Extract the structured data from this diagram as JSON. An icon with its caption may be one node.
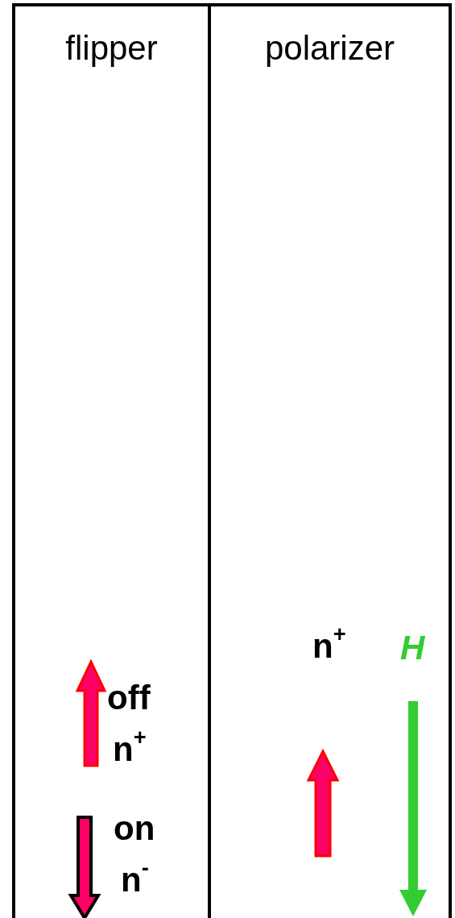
{
  "diagram": {
    "nodes": [
      {
        "text": [
          "flipper"
        ]
      },
      {
        "text": [
          "polarizer"
        ]
      }
    ],
    "labels": [
      "off",
      "n$^{+}$",
      "on",
      "n$^{-}$",
      "n$^{+}$",
      "H"
    ]
  }
}
